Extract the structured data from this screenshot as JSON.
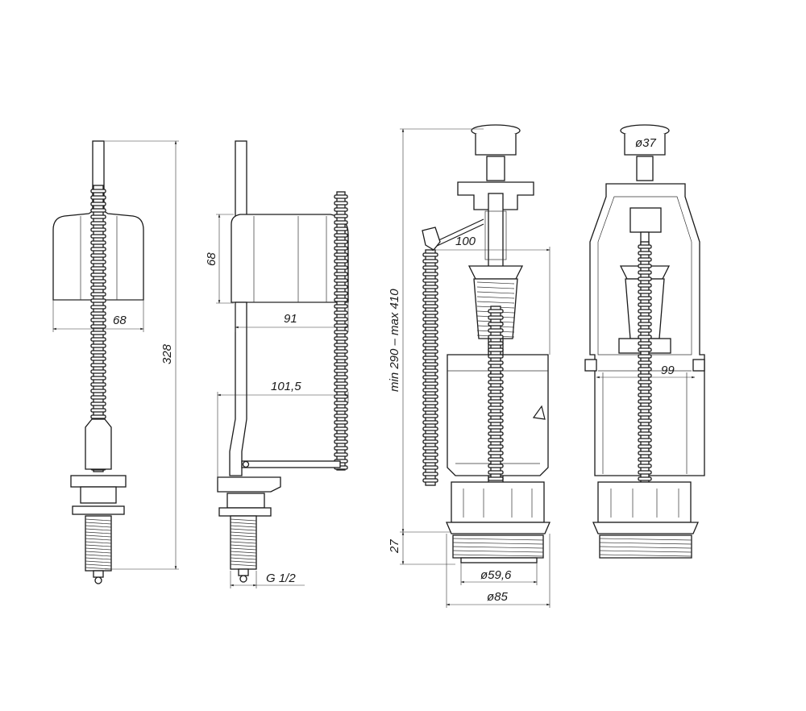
{
  "dimensions": {
    "float_valve_width": "68",
    "total_height": "328",
    "side_float_height": "68",
    "side_float_width": "91",
    "side_arm_reach": "101,5",
    "thread_size": "G 1/2",
    "flush_height_range": "min 290 – max 410",
    "flush_lever_reach": "100",
    "flush_thread_height": "27",
    "flush_seal_diameter": "ø59,6",
    "flush_base_diameter": "ø85",
    "button_diameter": "ø37",
    "flush_cage_width": "99"
  }
}
